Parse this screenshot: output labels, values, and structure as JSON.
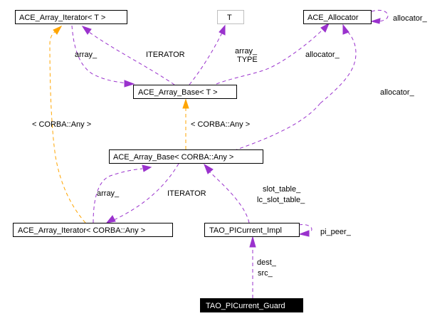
{
  "diagram": {
    "nodes": {
      "ace_array_iterator_t": "ACE_Array_Iterator< T >",
      "t": "T",
      "ace_allocator": "ACE_Allocator",
      "ace_array_base_t": "ACE_Array_Base< T >",
      "ace_array_base_any": "ACE_Array_Base< CORBA::Any >",
      "ace_array_iterator_any": "ACE_Array_Iterator< CORBA::Any >",
      "tao_picurrent_impl": "TAO_PICurrent_Impl",
      "tao_picurrent_guard": "TAO_PICurrent_Guard"
    },
    "edge_labels": {
      "allocator_self": "allocator_",
      "array_iter_t": "array_",
      "iterator_t": "ITERATOR",
      "array_type_1": "array_",
      "array_type_2": "TYPE",
      "allocator_base_t": "allocator_",
      "allocator_base_any": "allocator_",
      "tmpl_iter": "< CORBA::Any >",
      "tmpl_base": "< CORBA::Any >",
      "array_iter_any": "array_",
      "iterator_any": "ITERATOR",
      "slot_table_1": "slot_table_",
      "slot_table_2": "lc_slot_table_",
      "pi_peer": "pi_peer_",
      "dest": "dest_",
      "src": "src_"
    },
    "colors": {
      "usage": "#9a32cd",
      "template": "#ffa500",
      "highlight_fill": "#000000"
    }
  }
}
